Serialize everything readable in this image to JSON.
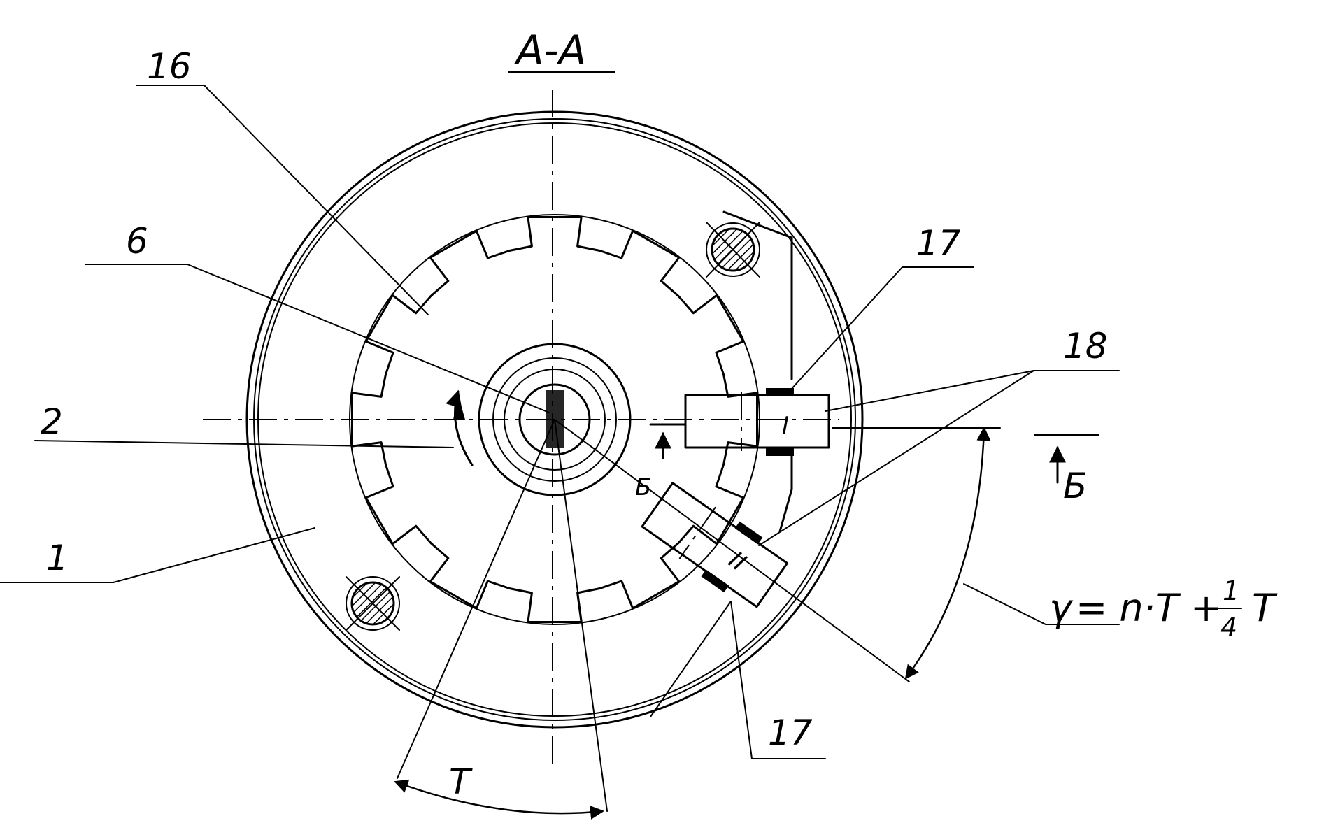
{
  "section_title": "A-A",
  "callouts": {
    "c16": "16",
    "c6": "6",
    "c2": "2",
    "c1": "1",
    "c17_top": "17",
    "c18": "18",
    "c17_bottom": "17"
  },
  "section_marker": "Б",
  "formula": {
    "lhs": "γ",
    "body": "= n·T +",
    "frac_num": "1",
    "frac_den": "4",
    "tail": "T"
  },
  "pitch_label": "T",
  "sensor_marks": {
    "upper": "I",
    "lower": "II"
  }
}
